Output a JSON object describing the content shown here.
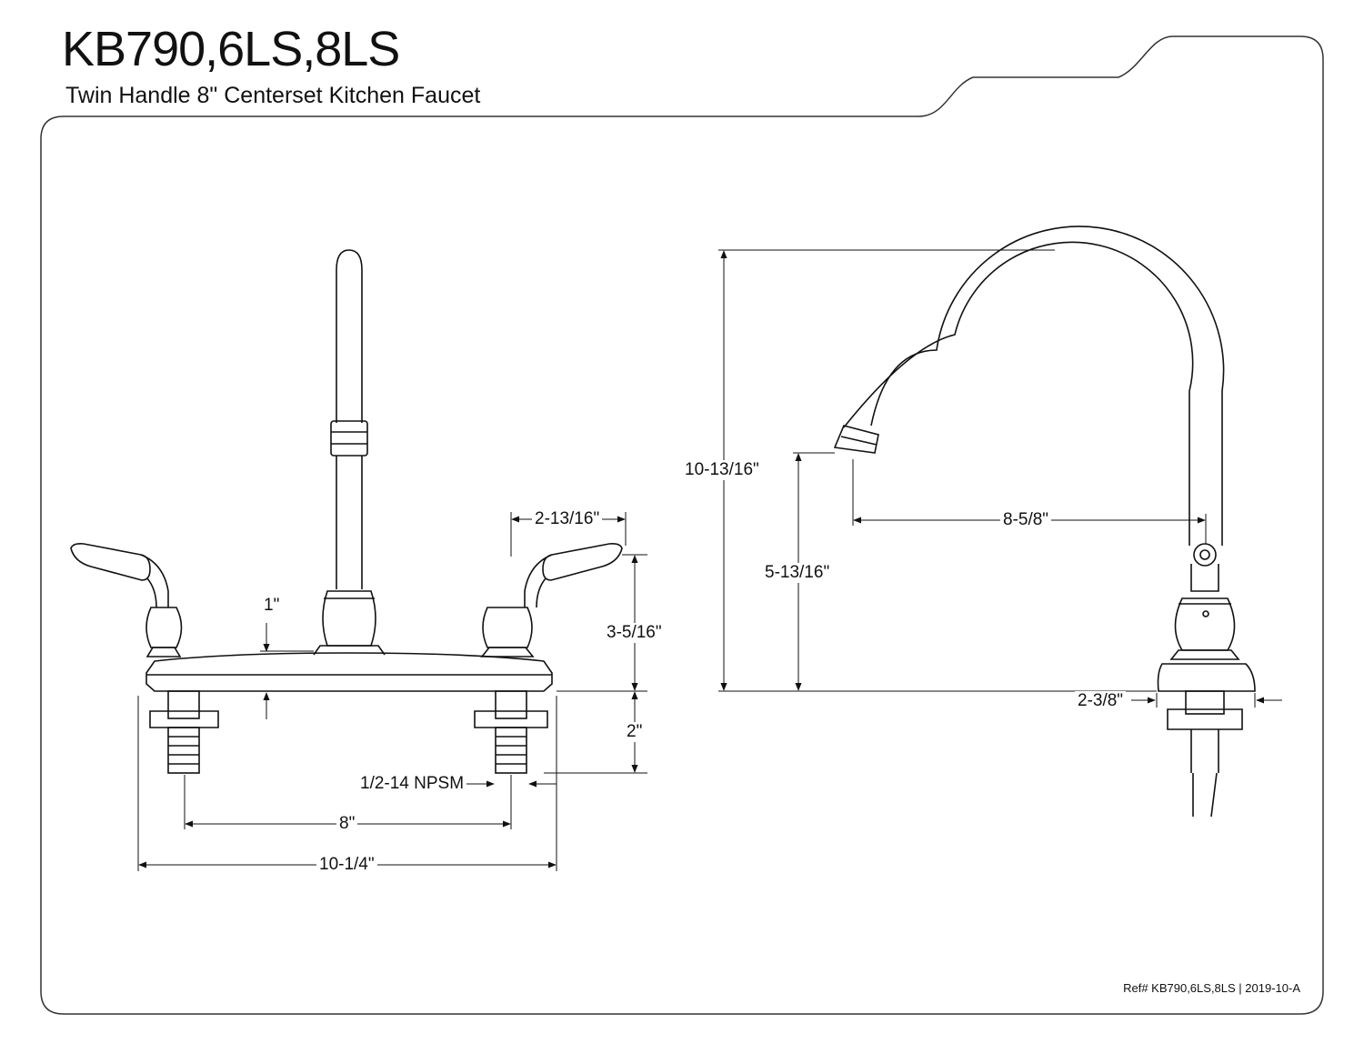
{
  "header": {
    "title": "KB790,6LS,8LS",
    "subtitle": "Twin Handle 8\" Centerset Kitchen Faucet"
  },
  "front_view": {
    "dimensions": {
      "handle_reach": "2-13/16\"",
      "deck_thickness": "1\"",
      "handle_height": "3-5/16\"",
      "shank_length": "2\"",
      "thread_spec": "1/2-14 NPSM",
      "centers": "8\"",
      "overall_width": "10-1/4\""
    }
  },
  "side_view": {
    "dimensions": {
      "overall_height": "10-13/16\"",
      "spout_clearance": "5-13/16\"",
      "spout_reach": "8-5/8\"",
      "base_depth": "2-3/8\""
    }
  },
  "footer": {
    "reference": "Ref# KB790,6LS,8LS | 2019-10-A"
  }
}
